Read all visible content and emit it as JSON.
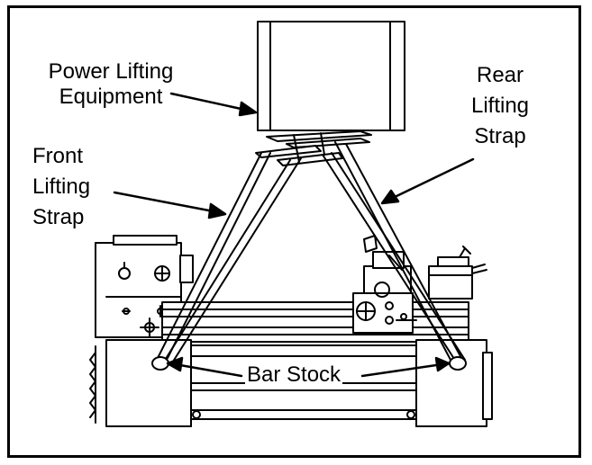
{
  "labels": {
    "power_lifting_equipment": [
      "Power Lifting",
      "Equipment"
    ],
    "rear_lifting_strap": [
      "Rear",
      "Lifting",
      "Strap"
    ],
    "front_lifting_strap": [
      "Front",
      "Lifting",
      "Strap"
    ],
    "bar_stock": "Bar Stock"
  },
  "colors": {
    "line": "#000000",
    "background": "#ffffff"
  }
}
